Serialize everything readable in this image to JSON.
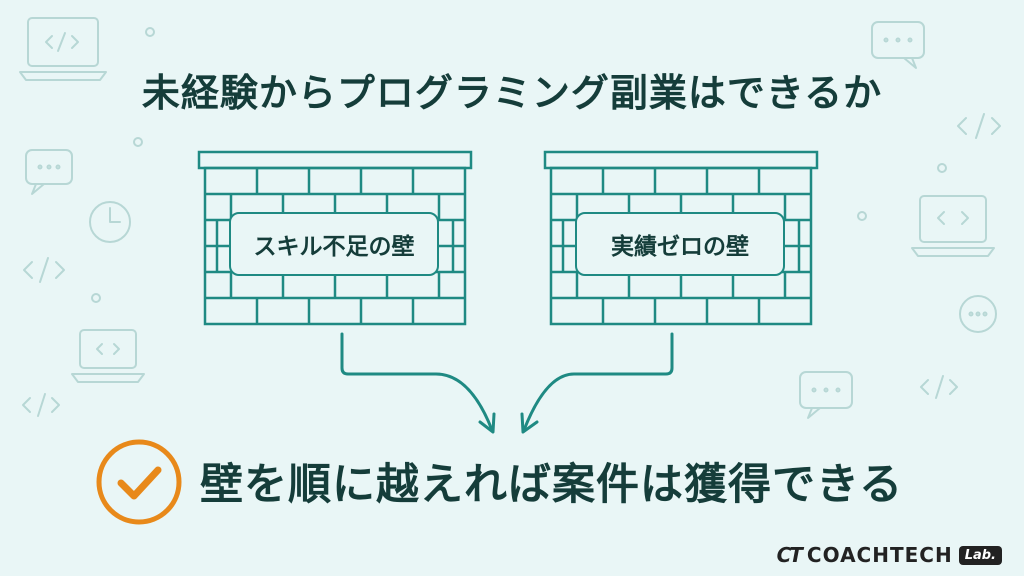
{
  "title": "未経験からプログラミング副業はできるか",
  "walls": [
    {
      "label": "スキル不足の壁"
    },
    {
      "label": "実績ゼロの壁"
    }
  ],
  "conclusion": "壁を順に越えれば案件は獲得できる",
  "logo": {
    "mark": "CT",
    "name": "COACHTECH",
    "badge": "Lab."
  },
  "colors": {
    "background": "#e9f6f6",
    "teal": "#1f8a83",
    "text": "#153d3a",
    "orange": "#e8891a"
  }
}
